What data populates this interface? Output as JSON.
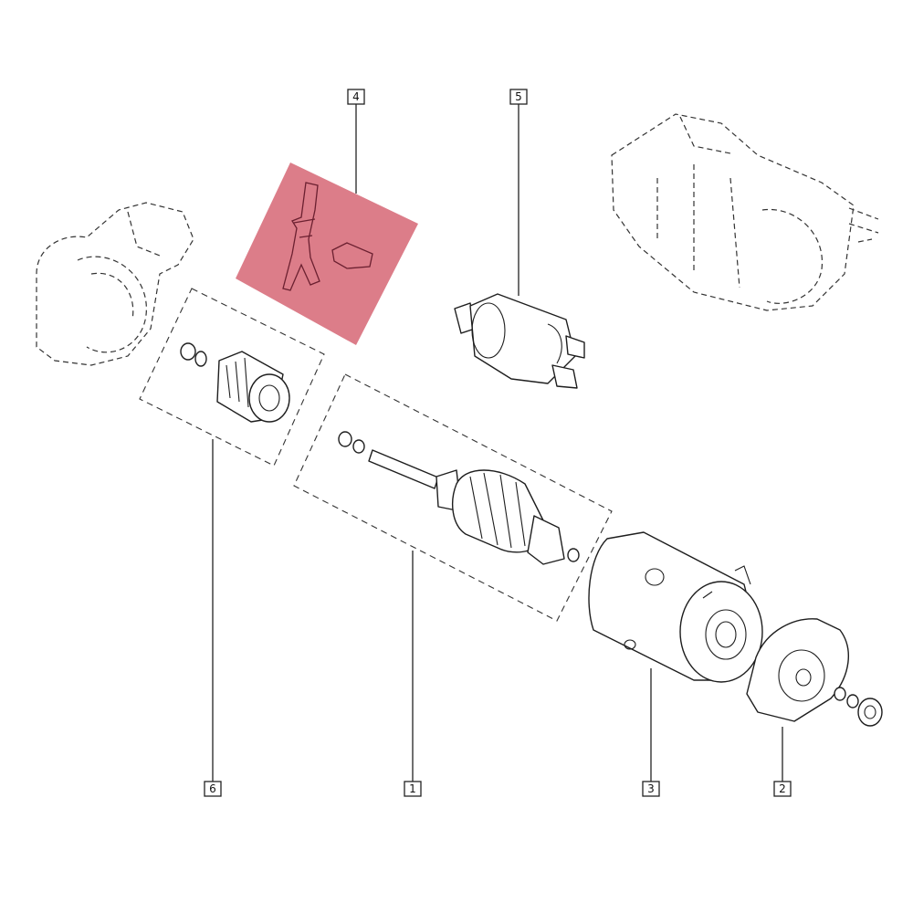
{
  "diagram": {
    "highlight_color": "#d4606f",
    "highlighted_part": "4",
    "callouts": [
      {
        "id": "callout-1",
        "label": "1"
      },
      {
        "id": "callout-2",
        "label": "2"
      },
      {
        "id": "callout-3",
        "label": "3"
      },
      {
        "id": "callout-4",
        "label": "4"
      },
      {
        "id": "callout-5",
        "label": "5"
      },
      {
        "id": "callout-6",
        "label": "6"
      }
    ]
  }
}
